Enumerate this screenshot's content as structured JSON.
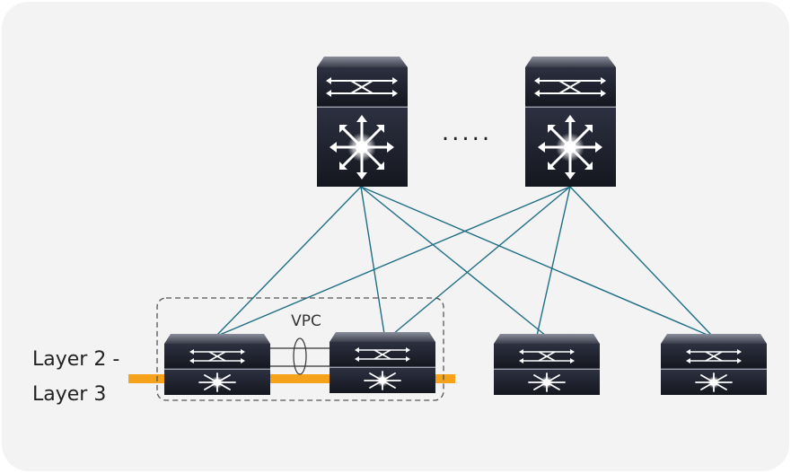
{
  "labels": {
    "layer2": "Layer 2 -",
    "layer3": "Layer 3",
    "vpc": "VPC",
    "ellipsis": "....."
  },
  "colors": {
    "panel_bg": "#f3f3f3",
    "link": "#1f6e86",
    "layer_band": "#f7a21b",
    "device_dark": "#1c1f2b",
    "icon_white": "#ffffff",
    "vpc_box": "#555555"
  },
  "icons": {
    "spine": "cisco-layer3-switch-icon",
    "leaf": "cisco-multilayer-switch-icon"
  }
}
